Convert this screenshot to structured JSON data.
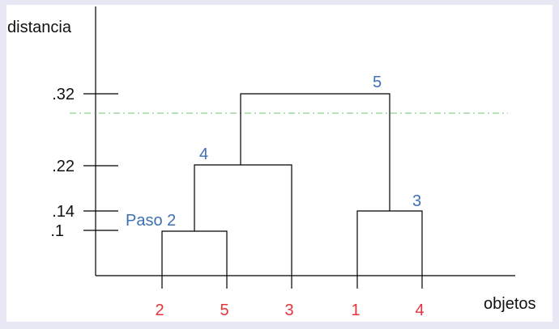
{
  "diagram": {
    "type": "dendrogram",
    "y_axis_label": "distancia",
    "x_axis_label": "objetos",
    "y_ticks": [
      ".32",
      ".22",
      ".14",
      ".1"
    ],
    "y_tick_values": [
      0.32,
      0.22,
      0.14,
      0.1
    ],
    "leaf_order": [
      "2",
      "5",
      "3",
      "1",
      "4"
    ],
    "merges": [
      {
        "label": "Paso 2",
        "members": [
          "2",
          "5"
        ],
        "height": 0.1
      },
      {
        "label": "3",
        "members": [
          "1",
          "4"
        ],
        "height": 0.14
      },
      {
        "label": "4",
        "members": [
          "2",
          "5",
          "3"
        ],
        "height": 0.22
      },
      {
        "label": "5",
        "members": [
          "2",
          "5",
          "3",
          "1",
          "4"
        ],
        "height": 0.32
      }
    ],
    "cut_line_height": 0.29,
    "colors": {
      "merge_labels": "#3f6fb5",
      "leaf_labels": "#e8323a",
      "cut_line": "#6cc46c",
      "lines": "#000000"
    }
  }
}
